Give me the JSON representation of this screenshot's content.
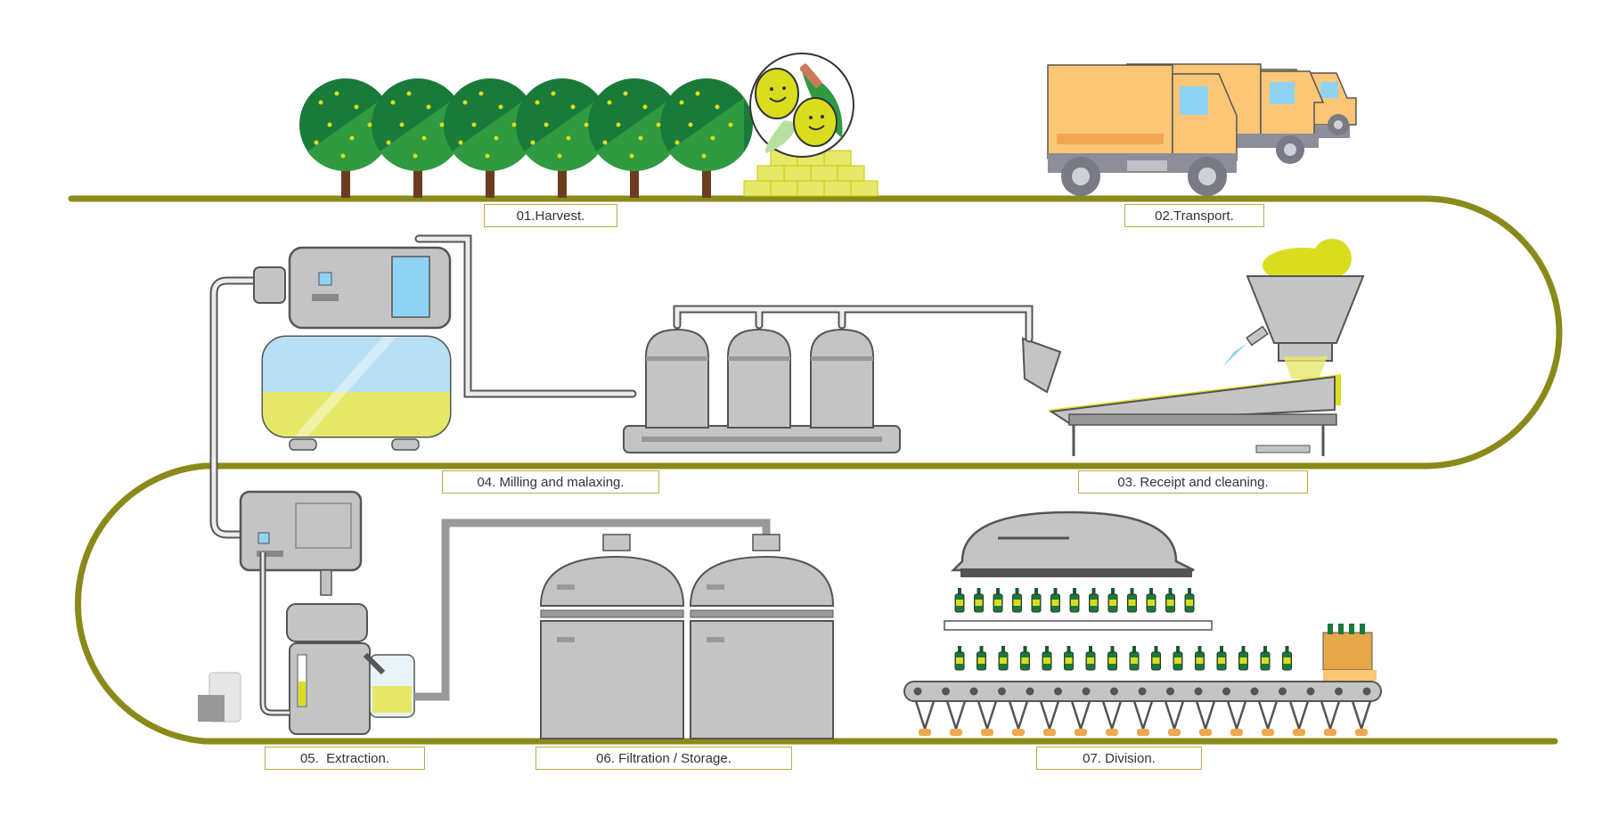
{
  "steps": [
    {
      "id": "harvest",
      "label": "01.Harvest."
    },
    {
      "id": "transport",
      "label": "02.Transport."
    },
    {
      "id": "receipt",
      "label": "03. Receipt and cleaning."
    },
    {
      "id": "milling",
      "label": "04. Milling and malaxing."
    },
    {
      "id": "extraction",
      "label": "05.  Extraction."
    },
    {
      "id": "filtration",
      "label": "06. Filtration / Storage."
    },
    {
      "id": "division",
      "label": "07. Division."
    }
  ],
  "colors": {
    "track": "#8a8a1a",
    "label_border": "#b7ae4a",
    "tree_dark": "#1a7a3a",
    "tree_light": "#2f9a40",
    "olive": "#d9dd1e",
    "truck": "#fbc676",
    "truck_dark": "#f0a850",
    "machine": "#c4c4c4",
    "machine_outline": "#555555",
    "screen": "#8fd3f4",
    "oil": "#e6e86a"
  }
}
